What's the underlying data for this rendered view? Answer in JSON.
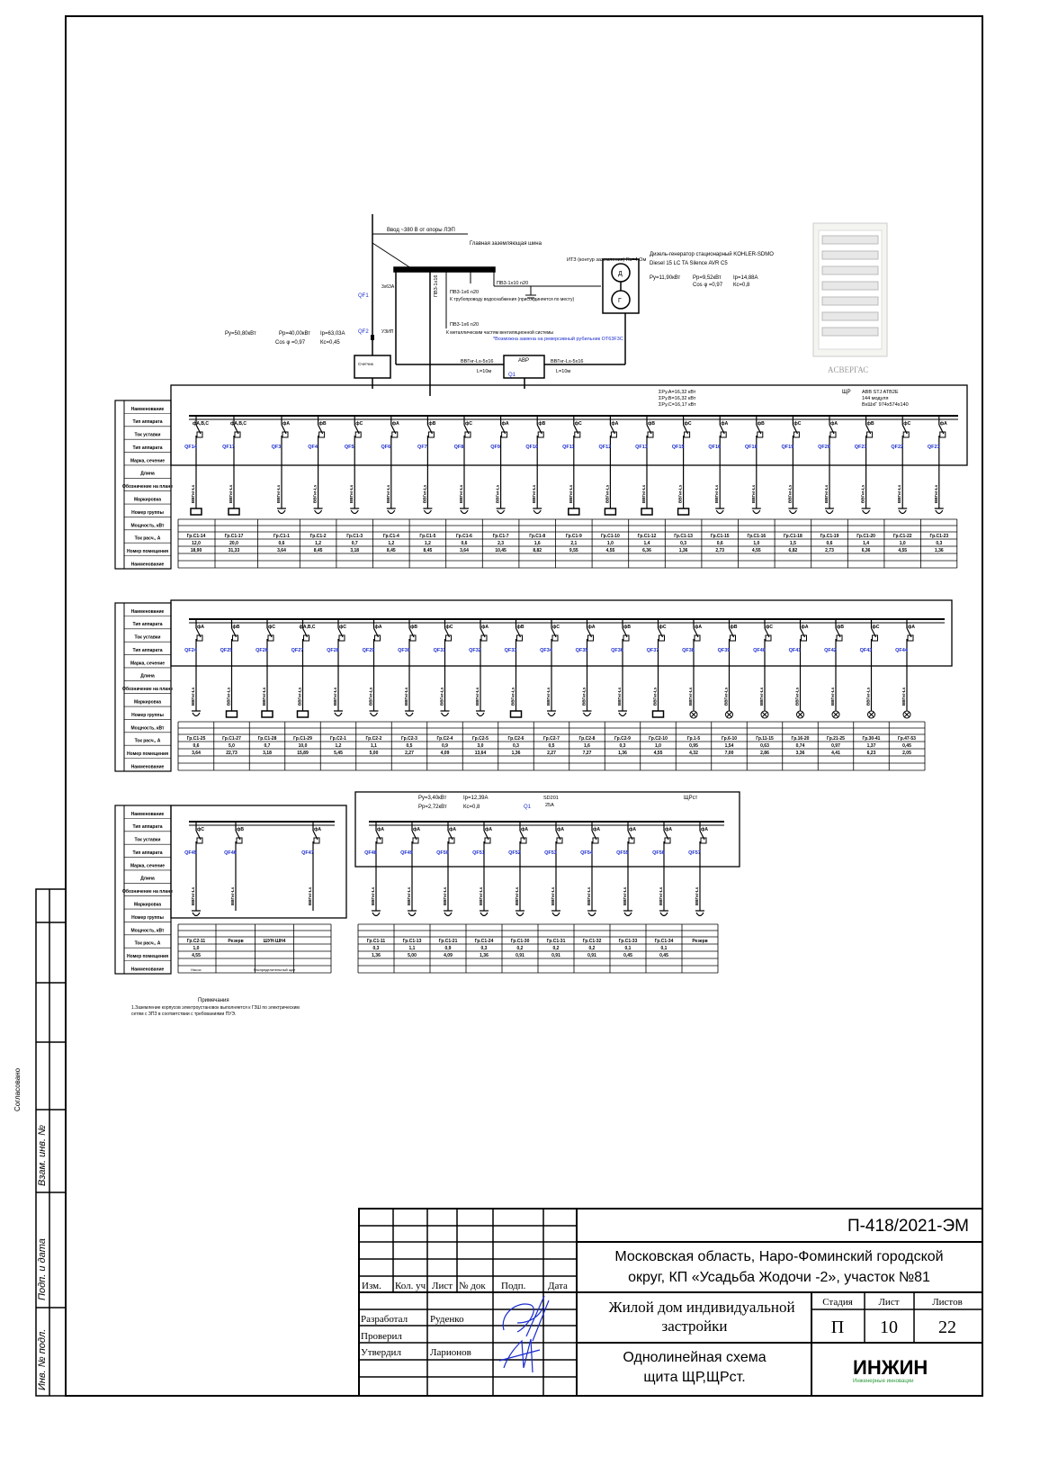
{
  "stamp_left": {
    "inv_podl": "Инв. № подл.",
    "podp_data": "Подп. и дата",
    "vzam_inv": "Взам. инв. №",
    "soglasovano": "Согласовано"
  },
  "input": {
    "cable_in": "Ввод ~380 В от опоры ЛЭП",
    "ground_bus": "Главная заземляющая шина",
    "pe1": "ПВ3-1х10 n20",
    "pe2": "ПВ3-1х6 n20",
    "pe2_note": "К трубопроводу водоснабжения (присоединяется по месту)",
    "pe3": "ПВ3-1х6 n20",
    "pe3_note": "К металлическим частям вентиляционной системы",
    "pe_vert": "ПВ3-1х16",
    "ground": "ИТЗ (контур заземления) Rз=4 Ом",
    "qf1": "QF1",
    "qf2": "QF2",
    "qf1_rating": "3х63А",
    "qf2_rating": "УЗИП",
    "meter": "Счетчик",
    "left_calc": {
      "pu": "Ру=50,80кВт",
      "pp": "Рр=40,00кВт",
      "ip": "Iр=63,03А",
      "cos": "Cos φ =0,97",
      "kc": "Кс=0,45"
    },
    "avr": "АВР",
    "q1": "Q1",
    "cable_left": "ВВГнг-Ls-5х16",
    "cable_right": "ВВГнг-Ls-5х16",
    "len_left": "L=10м",
    "len_right": "L=10м",
    "avr_note": "*Возможна замена на реверсивный рубильник OT63F3C",
    "generator": {
      "line1": "Дизель-генератор стационарный KOHLER-SDMO",
      "line2": "Diesel 15 LC TA Silence AVR C5",
      "pu": "Ру=11,90кВт",
      "pp": "Рр=9,52кВт",
      "ip": "Iр=14,88А",
      "cos": "Cos φ =0,97",
      "kc": "Кс=0,8",
      "g_top": "Д",
      "g_bottom": "Г"
    }
  },
  "panel1_info": {
    "sum_a": "ΣРу.А=16,32 кВт",
    "sum_b": "ΣРу.В=16,32 кВт",
    "sum_c": "ΣРу.С=16,17 кВт",
    "name": "ЩР",
    "model": "ABB STJ ATB2E",
    "modules": "144 модуля",
    "size": "ВхШхГ 974х574х140"
  },
  "cabinet_brand": "ACВЕРГАС",
  "legend": [
    "Наименование",
    "Тип аппарата",
    "Ток уставки",
    "Тип аппарата",
    "Марка, сечение",
    "Длина",
    "Обозначение на плане",
    "Маркировка",
    "Номер группы",
    "Мощность, кВт",
    "Ток расч., А",
    "Номер помещения",
    "Наименование"
  ],
  "panel1": {
    "breakers": [
      "QF14",
      "QF17",
      "QF3",
      "QF4",
      "QF5",
      "QF6",
      "QF7",
      "QF8",
      "QF9",
      "QF10",
      "QF11",
      "QF12",
      "QF13",
      "QF15",
      "QF16",
      "QF18",
      "QF19",
      "QF20",
      "QF21",
      "QF22",
      "QF23"
    ],
    "phases": [
      "фA,B,C",
      "фA,B,C",
      "фA",
      "фB",
      "фC",
      "фA",
      "фB",
      "фC",
      "фA",
      "фB",
      "фC",
      "фA",
      "фB",
      "фC",
      "фA",
      "фB",
      "фC",
      "фA",
      "фB",
      "фC",
      "фA"
    ],
    "loads": [
      "box",
      "box",
      "socket",
      "socket",
      "socket",
      "socket",
      "socket",
      "socket",
      "socket",
      "socket",
      "box",
      "box",
      "box",
      "box",
      "socket",
      "socket",
      "socket",
      "socket",
      "socket",
      "socket",
      "socket"
    ],
    "groups": [
      "Гр.С1-14",
      "Гр.С1-17",
      "Гр.С1-1",
      "Гр.С1-2",
      "Гр.С1-3",
      "Гр.С1-4",
      "Гр.С1-5",
      "Гр.С1-6",
      "Гр.С1-7",
      "Гр.С1-8",
      "Гр.С1-9",
      "Гр.С1-10",
      "Гр.С1-12",
      "Гр.С1-13",
      "Гр.С1-15",
      "Гр.С1-16",
      "Гр.С1-18",
      "Гр.С1-19",
      "Гр.С1-20",
      "Гр.С1-22",
      "Гр.С1-23"
    ],
    "power": [
      "12,0",
      "20,0",
      "0,6",
      "1,2",
      "0,7",
      "1,2",
      "1,2",
      "0,6",
      "2,3",
      "1,6",
      "2,1",
      "1,0",
      "1,4",
      "0,3",
      "0,6",
      "1,0",
      "1,5",
      "0,6",
      "1,4",
      "1,0",
      "0,3"
    ],
    "current": [
      "18,90",
      "31,33",
      "3,64",
      "8,45",
      "3,18",
      "8,45",
      "8,45",
      "3,64",
      "10,45",
      "8,82",
      "9,55",
      "4,55",
      "6,36",
      "1,36",
      "2,73",
      "4,55",
      "6,82",
      "2,73",
      "6,36",
      "4,55",
      "1,36"
    ]
  },
  "panel2": {
    "breakers": [
      "QF24",
      "QF25",
      "QF26",
      "QF27",
      "QF28",
      "QF29",
      "QF30",
      "QF31",
      "QF32",
      "QF33",
      "QF34",
      "QF35",
      "QF36",
      "QF37",
      "QF38",
      "QF39",
      "QF40",
      "QF41",
      "QF42",
      "QF43",
      "QF44"
    ],
    "phases": [
      "фA",
      "фB",
      "фC",
      "фA,B,C",
      "фC",
      "фA",
      "фB",
      "фC",
      "фA",
      "фB",
      "фC",
      "фA",
      "фB",
      "фC",
      "фA",
      "фB",
      "фC",
      "фA",
      "фB",
      "фC",
      "фA"
    ],
    "loads": [
      "socket",
      "box",
      "box",
      "box",
      "socket",
      "socket",
      "socket",
      "socket",
      "socket",
      "box",
      "socket",
      "socket",
      "socket",
      "box",
      "lamp",
      "lamp",
      "lamp",
      "lamp",
      "lamp",
      "lamp",
      "lamp"
    ],
    "groups": [
      "Гр.С1-25",
      "Гр.С1-27",
      "Гр.С1-28",
      "Гр.С1-29",
      "Гр.С2-1",
      "Гр.С2-2",
      "Гр.С2-3",
      "Гр.С2-4",
      "Гр.С2-5",
      "Гр.С2-6",
      "Гр.С2-7",
      "Гр.С2-8",
      "Гр.С2-9",
      "Гр.С2-10",
      "Гр.1-5",
      "Гр.6-10",
      "Гр.11-15",
      "Гр.16-20",
      "Гр.21-25",
      "Гр.30-41",
      "Гр.47-53"
    ],
    "power": [
      "0,6",
      "5,0",
      "0,7",
      "10,0",
      "1,2",
      "1,1",
      "0,5",
      "0,9",
      "3,0",
      "0,3",
      "0,5",
      "1,6",
      "0,3",
      "1,0",
      "0,95",
      "1,54",
      "0,63",
      "0,74",
      "0,97",
      "1,37",
      "0,45"
    ],
    "current": [
      "3,64",
      "22,73",
      "3,18",
      "15,89",
      "5,45",
      "5,00",
      "2,27",
      "4,09",
      "13,64",
      "1,36",
      "2,27",
      "7,27",
      "1,36",
      "4,55",
      "4,32",
      "7,00",
      "2,86",
      "3,36",
      "4,41",
      "6,23",
      "2,05"
    ]
  },
  "panel3a": {
    "breakers": [
      "QF45",
      "QF46",
      "",
      "QF47"
    ],
    "phases": [
      "фC",
      "фB",
      "",
      "фA"
    ],
    "loads": [
      "socket",
      "",
      "",
      ""
    ],
    "groups": [
      "Гр.С2-11",
      "Резерв",
      "ШУН-ШН4",
      ""
    ],
    "power": [
      "1,0",
      "",
      "",
      ""
    ],
    "current": [
      "4,55",
      "",
      "",
      ""
    ],
    "names": [
      "Насос",
      "",
      "Распределительный щит",
      ""
    ]
  },
  "panel3b": {
    "info": {
      "pu": "Ру=3,40кВт",
      "pp": "Рр=2,72кВт",
      "ip": "Iр=12,39А",
      "kc": "Кс=0,8",
      "name": "ЩРст",
      "q": "Q1",
      "q_model": "SD201",
      "q_rating": "25А"
    },
    "breakers": [
      "QF48",
      "QF49",
      "QF50",
      "QF51",
      "QF52",
      "QF53",
      "QF54",
      "QF55",
      "QF56",
      "QF57"
    ],
    "phases": [
      "фA",
      "фA",
      "фA",
      "фA",
      "фA",
      "фA",
      "фA",
      "фA",
      "фA",
      "фA"
    ],
    "loads": [
      "socket",
      "socket",
      "socket",
      "socket",
      "socket",
      "socket",
      "socket",
      "socket",
      "socket",
      "socket"
    ],
    "groups": [
      "Гр.С1-11",
      "Гр.С1-13",
      "Гр.С1-21",
      "Гр.С1-24",
      "Гр.С1-30",
      "Гр.С1-31",
      "Гр.С1-32",
      "Гр.С1-33",
      "Гр.С1-34",
      "Резерв"
    ],
    "power": [
      "0,3",
      "1,1",
      "0,9",
      "0,3",
      "0,2",
      "0,2",
      "0,2",
      "0,1",
      "0,1",
      ""
    ],
    "current": [
      "1,36",
      "5,00",
      "4,09",
      "1,36",
      "0,91",
      "0,91",
      "0,91",
      "0,45",
      "0,45",
      ""
    ]
  },
  "notes": {
    "title": "Примечания",
    "line1": "1.Заземление корпусов электроустановок выполняется к ГЗШ по электрическим",
    "line2": "сетям с ЗПЗ в соответствии с требованиями ПУЭ."
  },
  "title_block": {
    "code": "П-418/2021-ЭМ",
    "address1": "Московская область, Наро-Фоминский городской",
    "address2": "округ, КП «Усадьба Жодочи -2», участок №81",
    "cols": [
      "Изм.",
      "Кол. уч",
      "Лист",
      "№ док",
      "Подп.",
      "Дата"
    ],
    "roles": [
      {
        "role": "Разработал",
        "name": "Руденко"
      },
      {
        "role": "Проверил",
        "name": ""
      },
      {
        "role": "Утвердил",
        "name": "Ларионов"
      }
    ],
    "object1": "Жилой дом индивидуальной",
    "object2": "застройки",
    "stage_label": "Стадия",
    "sheet_label": "Лист",
    "sheets_label": "Листов",
    "stage": "П",
    "sheet": "10",
    "sheets": "22",
    "drawing1": "Однолинейная схема",
    "drawing2": "щита ЩР,ЩРст.",
    "logo": "ИНЖИН",
    "logo_sub": "Инженерные инновации"
  }
}
